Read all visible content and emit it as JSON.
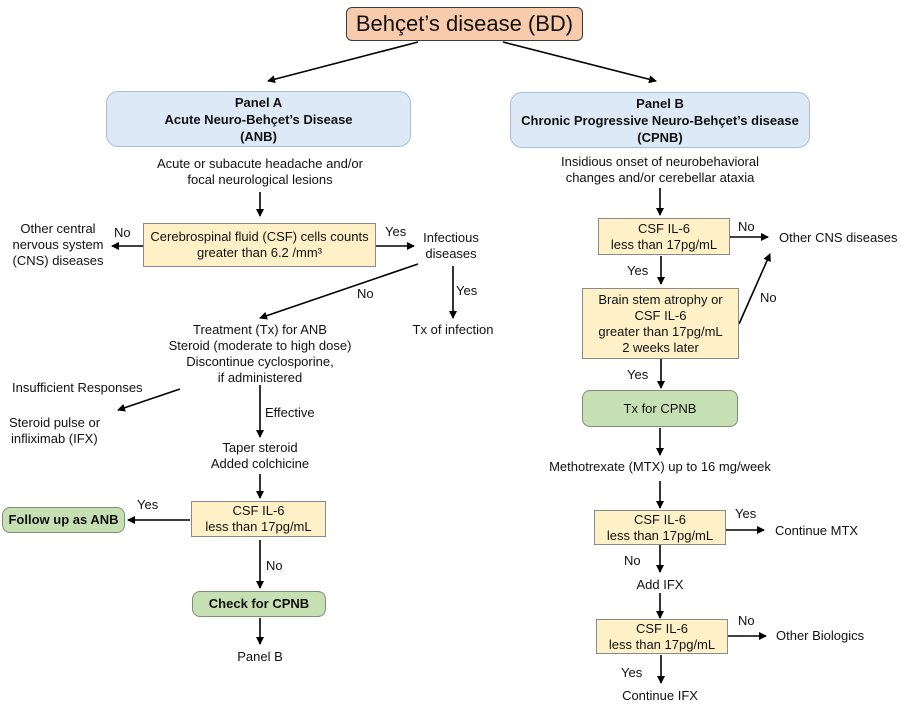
{
  "title": "Behçet’s disease (BD)",
  "colors": {
    "title_fill": "#f8cbad",
    "panel_fill": "#dde9f7",
    "condition_fill": "#fff1c7",
    "action_fill": "#c6e0b4",
    "arrow": "#000000"
  },
  "panel_a": {
    "header": [
      "Panel A",
      "Acute Neuro-Behçet’s Disease",
      "(ANB)"
    ],
    "presentation": [
      "Acute or subacute headache and/or",
      "focal neurological lesions"
    ],
    "csf_cells_box": [
      "Cerebrospinal fluid (CSF) cells counts",
      "greater than 6.2 /mm³"
    ],
    "csf_no_label": "No",
    "csf_no_target": [
      "Other central",
      "nervous system",
      "(CNS) diseases"
    ],
    "csf_yes_label": "Yes",
    "infectious": [
      "Infectious",
      "diseases"
    ],
    "infectious_yes_label": "Yes",
    "infection_tx": "Tx of infection",
    "infectious_no_label": "No",
    "treatment": [
      "Treatment (Tx) for ANB",
      "Steroid (moderate to high dose)",
      "Discontinue cyclosporine,",
      "if administered"
    ],
    "insufficient_label": "Insufficient Responses",
    "insufficient_target": [
      "Steroid pulse or",
      "infliximab (IFX)"
    ],
    "effective_label": "Effective",
    "taper": [
      "Taper steroid",
      "Added colchicine"
    ],
    "il6_box": [
      "CSF IL-6",
      "less than 17pg/mL"
    ],
    "il6_yes_label": "Yes",
    "follow_up": "Follow up as ANB",
    "il6_no_label": "No",
    "check_cpnb": "Check for CPNB",
    "panel_b_ref": "Panel B"
  },
  "panel_b": {
    "header": [
      "Panel B",
      "Chronic Progressive Neuro-Behçet’s disease",
      "(CPNB)"
    ],
    "presentation": [
      "Insidious onset of neurobehavioral",
      "changes and/or cerebellar ataxia"
    ],
    "il6_box_1": [
      "CSF IL-6",
      "less than 17pg/mL"
    ],
    "il6_1_no_label": "No",
    "other_cns": "Other CNS diseases",
    "il6_1_yes_label": "Yes",
    "atrophy_box": [
      "Brain stem atrophy or",
      "CSF IL-6",
      "greater than 17pg/mL",
      "2 weeks later"
    ],
    "atrophy_no_label": "No",
    "atrophy_yes_label": "Yes",
    "tx_cpnb": "Tx for CPNB",
    "mtx": "Methotrexate (MTX) up to 16 mg/week",
    "il6_box_2": [
      "CSF IL-6",
      "less than 17pg/mL"
    ],
    "il6_2_yes_label": "Yes",
    "continue_mtx": "Continue MTX",
    "il6_2_no_label": "No",
    "add_ifx": "Add IFX",
    "il6_box_3": [
      "CSF IL-6",
      "less than 17pg/mL"
    ],
    "il6_3_no_label": "No",
    "other_biologics": "Other Biologics",
    "il6_3_yes_label": "Yes",
    "continue_ifx": "Continue IFX"
  }
}
